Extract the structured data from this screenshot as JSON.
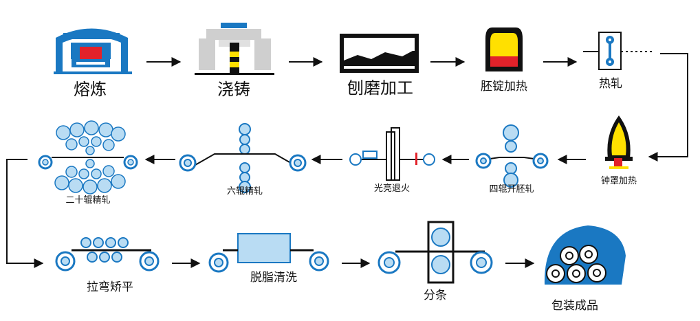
{
  "colors": {
    "blue": "#1a78c2",
    "roller": "#b9dcf3",
    "red": "#e2222a",
    "yellow": "#ffe000",
    "black": "#111111",
    "gray": "#cfcfcf"
  },
  "steps": {
    "smelting": "熔炼",
    "casting": "浇铸",
    "planing": "刨磨加工",
    "billet_heating": "胚锭加热",
    "hot_rolling": "热轧",
    "bell_heating": "钟罩加热",
    "four_roll": "四辊开胚轧",
    "bright_anneal": "光亮退火",
    "six_roll": "六辊精轧",
    "twenty_roll": "二十辊精轧",
    "straightening": "拉弯矫平",
    "degreasing": "脱脂清洗",
    "slitting": "分条",
    "packing": "包装成品"
  },
  "icons": {
    "smelting": "furnace-icon",
    "casting": "casting-machine-icon",
    "planing": "grinding-frame-icon",
    "billet_heating": "ingot-heating-icon",
    "hot_rolling": "hot-rolling-icon",
    "bell_heating": "bell-furnace-icon",
    "four_roll": "four-roll-mill-icon",
    "bright_anneal": "annealing-line-icon",
    "six_roll": "six-roll-mill-icon",
    "twenty_roll": "twenty-roll-mill-icon",
    "straightening": "tension-leveler-icon",
    "degreasing": "degreasing-tank-icon",
    "slitting": "slitter-icon",
    "packing": "coil-package-icon"
  }
}
